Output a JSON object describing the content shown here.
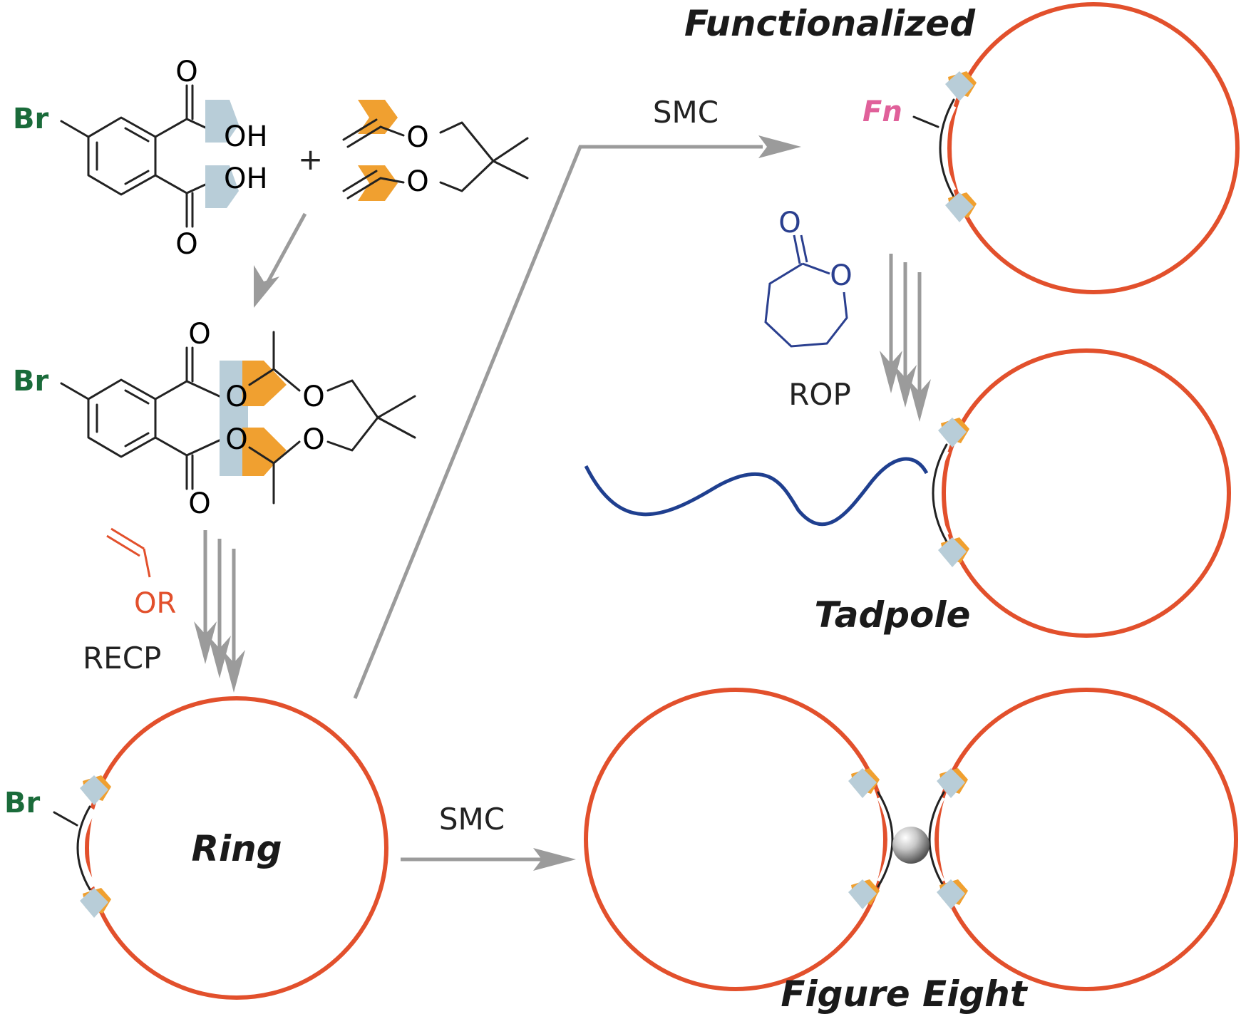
{
  "labels": {
    "functionalized": "Functionalized",
    "tadpole": "Tadpole",
    "ring": "Ring",
    "figure_eight": "Figure Eight",
    "smc_top": "SMC",
    "smc_bottom": "SMC",
    "rop": "ROP",
    "recp": "RECP"
  },
  "atoms": {
    "br": "Br",
    "fn": "Fn",
    "o": "O",
    "oh": "OH",
    "or": "OR",
    "plus": "+"
  },
  "colors": {
    "ring_red": "#e2502c",
    "bromine_green": "#1a6b3a",
    "fn_pink": "#e0609a",
    "caprolactone_blue": "#2a3f8f",
    "tail_blue": "#1f3f8f",
    "vinyl_ether_orange": "#e2502c",
    "arrow_gray": "#9b9b9b",
    "chevron_orange": "#f0a030",
    "block_lightblue": "#b8cdd8"
  },
  "icons": {
    "junction": "silver-sphere-icon",
    "acetal_linkage": "chevron-block-icon"
  }
}
